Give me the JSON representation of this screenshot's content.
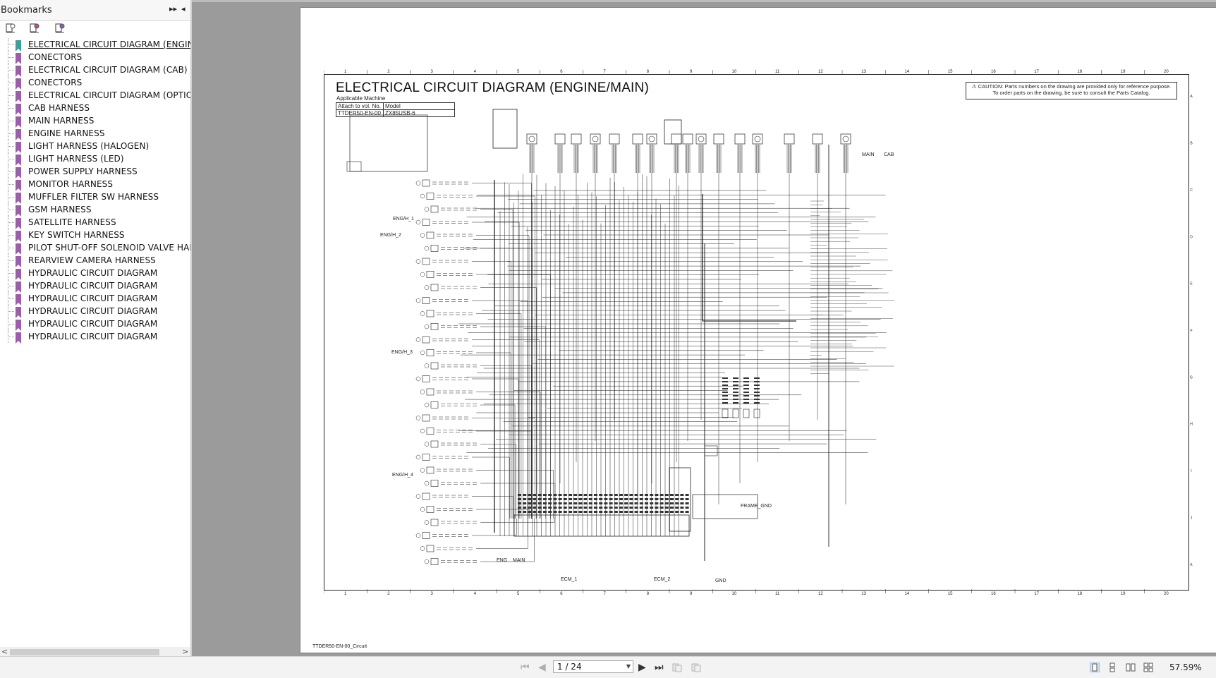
{
  "sidebar": {
    "title": "Bookmarks",
    "expand_all": "▸▸",
    "collapse": "◂",
    "bookmarks": [
      {
        "label": "ELECTRICAL CIRCUIT DIAGRAM (ENGINE/",
        "active": true
      },
      {
        "label": "CONECTORS"
      },
      {
        "label": "ELECTRICAL CIRCUIT DIAGRAM (CAB)"
      },
      {
        "label": "CONECTORS"
      },
      {
        "label": "ELECTRICAL CIRCUIT DIAGRAM (OPTION"
      },
      {
        "label": "CAB HARNESS"
      },
      {
        "label": "MAIN HARNESS"
      },
      {
        "label": "ENGINE HARNESS"
      },
      {
        "label": "LIGHT HARNESS (HALOGEN)"
      },
      {
        "label": "LIGHT HARNESS (LED)"
      },
      {
        "label": "POWER SUPPLY HARNESS"
      },
      {
        "label": "MONITOR HARNESS"
      },
      {
        "label": "MUFFLER FILTER SW HARNESS"
      },
      {
        "label": "GSM HARNESS"
      },
      {
        "label": "SATELLITE HARNESS"
      },
      {
        "label": "KEY SWITCH HARNESS"
      },
      {
        "label": "PILOT SHUT-OFF SOLENOID VALVE HARN"
      },
      {
        "label": "REARVIEW CAMERA HARNESS"
      },
      {
        "label": "HYDRAULIC CIRCUIT DIAGRAM"
      },
      {
        "label": "HYDRAULIC CIRCUIT DIAGRAM"
      },
      {
        "label": "HYDRAULIC CIRCUIT DIAGRAM"
      },
      {
        "label": "HYDRAULIC CIRCUIT DIAGRAM"
      },
      {
        "label": "HYDRAULIC CIRCUIT DIAGRAM"
      },
      {
        "label": "HYDRAULIC CIRCUIT DIAGRAM"
      }
    ],
    "scroll_left": "<",
    "scroll_right": ">"
  },
  "document": {
    "title": "ELECTRICAL CIRCUIT DIAGRAM (ENGINE/MAIN)",
    "applicable_machine": "Applicable Machine",
    "table": {
      "col1_header": "Attach to vol. No.",
      "col2_header": "Model",
      "col1_value": "TTDER50-EN-00",
      "col2_value": "ZX85USB-6"
    },
    "caution_line1": "⚠ CAUTION: Parts numbers on the drawing are provided only for reference purpose.",
    "caution_line2": "To order parts on the drawing, be sure to consult the Parts Catalog.",
    "col_numbers": [
      "1",
      "2",
      "3",
      "4",
      "5",
      "6",
      "7",
      "8",
      "9",
      "10",
      "11",
      "12",
      "13",
      "14",
      "15",
      "16",
      "17",
      "18",
      "19",
      "20"
    ],
    "row_letters": [
      "A",
      "B",
      "C",
      "D",
      "E",
      "F",
      "G",
      "H",
      "I",
      "J",
      "K"
    ],
    "tags": {
      "main": "MAIN",
      "cab": "CAB",
      "eng_h1": "ENG/H_1",
      "eng_h2": "ENG/H_2",
      "eng_h3": "ENG/H_3",
      "eng_h4": "ENG/H_4",
      "eng": "ENG",
      "main_bottom": "MAIN",
      "frame_gnd": "FRAME_GND",
      "ecm1": "ECM_1",
      "ecm2": "ECM_2",
      "gnd": "GND"
    },
    "footer": "TTDER50-EN-00_Circuit"
  },
  "toolbar": {
    "first_page": "⏮",
    "prev_page": "◀",
    "page_field": "1 / 24",
    "page_drop": "▼",
    "next_page": "▶",
    "last_page": "⏭",
    "zoom": "57.59%"
  }
}
